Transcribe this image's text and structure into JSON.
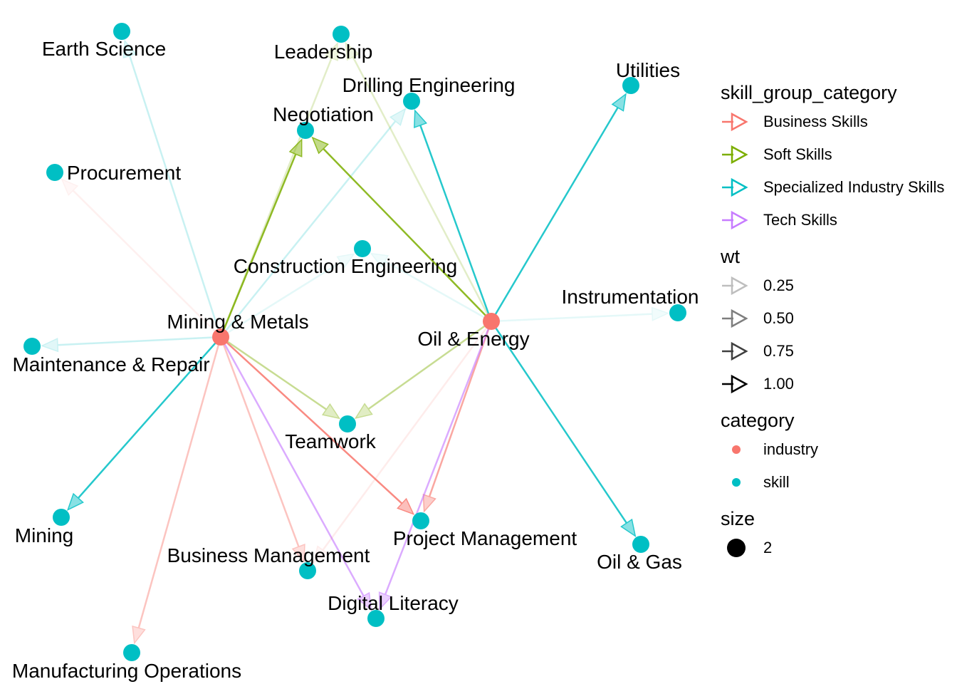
{
  "nodes": [
    {
      "id": "mining_metals",
      "label": "Mining & Metals",
      "category": "industry"
    },
    {
      "id": "oil_energy",
      "label": "Oil & Energy",
      "category": "industry"
    },
    {
      "id": "earth_science",
      "label": "Earth Science",
      "category": "skill"
    },
    {
      "id": "leadership",
      "label": "Leadership",
      "category": "skill"
    },
    {
      "id": "drilling_engineering",
      "label": "Drilling Engineering",
      "category": "skill"
    },
    {
      "id": "negotiation",
      "label": "Negotiation",
      "category": "skill"
    },
    {
      "id": "utilities",
      "label": "Utilities",
      "category": "skill"
    },
    {
      "id": "procurement",
      "label": "Procurement",
      "category": "skill"
    },
    {
      "id": "construction_engineering",
      "label": "Construction Engineering",
      "category": "skill"
    },
    {
      "id": "instrumentation",
      "label": "Instrumentation",
      "category": "skill"
    },
    {
      "id": "maintenance_repair",
      "label": "Maintenance & Repair",
      "category": "skill"
    },
    {
      "id": "teamwork",
      "label": "Teamwork",
      "category": "skill"
    },
    {
      "id": "mining",
      "label": "Mining",
      "category": "skill"
    },
    {
      "id": "project_management",
      "label": "Project Management",
      "category": "skill"
    },
    {
      "id": "oil_gas",
      "label": "Oil & Gas",
      "category": "skill"
    },
    {
      "id": "business_management",
      "label": "Business Management",
      "category": "skill"
    },
    {
      "id": "digital_literacy",
      "label": "Digital Literacy",
      "category": "skill"
    },
    {
      "id": "manufacturing_operations",
      "label": "Manufacturing Operations",
      "category": "skill"
    }
  ],
  "edges": [
    {
      "from": "mining_metals",
      "to": "earth_science",
      "group": "Specialized Industry Skills",
      "wt": 0.25
    },
    {
      "from": "mining_metals",
      "to": "leadership",
      "group": "Soft Skills",
      "wt": 0.25
    },
    {
      "from": "mining_metals",
      "to": "negotiation",
      "group": "Soft Skills",
      "wt": 1.0
    },
    {
      "from": "mining_metals",
      "to": "drilling_engineering",
      "group": "Specialized Industry Skills",
      "wt": 0.25
    },
    {
      "from": "mining_metals",
      "to": "procurement",
      "group": "Business Skills",
      "wt": 0.1
    },
    {
      "from": "mining_metals",
      "to": "construction_engineering",
      "group": "Specialized Industry Skills",
      "wt": 0.1
    },
    {
      "from": "mining_metals",
      "to": "maintenance_repair",
      "group": "Specialized Industry Skills",
      "wt": 0.25
    },
    {
      "from": "mining_metals",
      "to": "teamwork",
      "group": "Soft Skills",
      "wt": 0.5
    },
    {
      "from": "mining_metals",
      "to": "mining",
      "group": "Specialized Industry Skills",
      "wt": 1.0
    },
    {
      "from": "mining_metals",
      "to": "project_management",
      "group": "Business Skills",
      "wt": 1.0
    },
    {
      "from": "mining_metals",
      "to": "business_management",
      "group": "Business Skills",
      "wt": 0.5
    },
    {
      "from": "mining_metals",
      "to": "digital_literacy",
      "group": "Tech Skills",
      "wt": 0.75
    },
    {
      "from": "mining_metals",
      "to": "manufacturing_operations",
      "group": "Business Skills",
      "wt": 0.5
    },
    {
      "from": "oil_energy",
      "to": "leadership",
      "group": "Soft Skills",
      "wt": 0.25
    },
    {
      "from": "oil_energy",
      "to": "drilling_engineering",
      "group": "Specialized Industry Skills",
      "wt": 1.0
    },
    {
      "from": "oil_energy",
      "to": "negotiation",
      "group": "Soft Skills",
      "wt": 1.0
    },
    {
      "from": "oil_energy",
      "to": "utilities",
      "group": "Specialized Industry Skills",
      "wt": 1.0
    },
    {
      "from": "oil_energy",
      "to": "construction_engineering",
      "group": "Specialized Industry Skills",
      "wt": 0.1
    },
    {
      "from": "oil_energy",
      "to": "instrumentation",
      "group": "Specialized Industry Skills",
      "wt": 0.1
    },
    {
      "from": "oil_energy",
      "to": "teamwork",
      "group": "Soft Skills",
      "wt": 0.5
    },
    {
      "from": "oil_energy",
      "to": "oil_gas",
      "group": "Specialized Industry Skills",
      "wt": 1.0
    },
    {
      "from": "oil_energy",
      "to": "project_management",
      "group": "Business Skills",
      "wt": 0.75
    },
    {
      "from": "oil_energy",
      "to": "business_management",
      "group": "Business Skills",
      "wt": 0.15
    },
    {
      "from": "oil_energy",
      "to": "digital_literacy",
      "group": "Tech Skills",
      "wt": 0.75
    }
  ],
  "colors": {
    "industry": "#F8766D",
    "skill": "#00BFC4",
    "Business Skills": "#F8766D",
    "Soft Skills": "#7CAE00",
    "Specialized Industry Skills": "#00BFC4",
    "Tech Skills": "#C77CFF"
  },
  "legend": {
    "skill_group_category": {
      "title": "skill_group_category",
      "items": [
        "Business Skills",
        "Soft Skills",
        "Specialized Industry Skills",
        "Tech Skills"
      ]
    },
    "wt": {
      "title": "wt",
      "items": [
        "0.25",
        "0.50",
        "0.75",
        "1.00"
      ]
    },
    "category": {
      "title": "category",
      "items": [
        "industry",
        "skill"
      ]
    },
    "size": {
      "title": "size",
      "items": [
        "2"
      ]
    }
  }
}
